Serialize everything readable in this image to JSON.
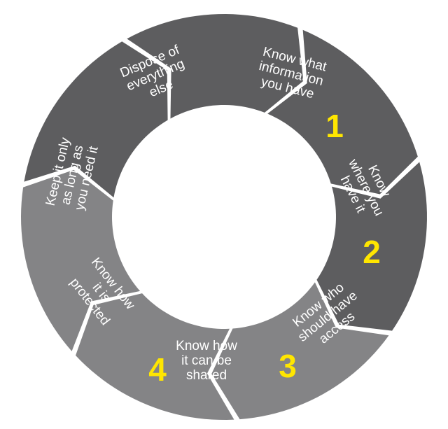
{
  "cycle": {
    "steps": [
      {
        "number": "1",
        "lines": [
          "Know what",
          "information",
          "you have"
        ],
        "color": "#5d5d5f"
      },
      {
        "number": "2",
        "lines": [
          "Know",
          "where you",
          "have it"
        ],
        "color": "#5d5d5f"
      },
      {
        "number": "3",
        "lines": [
          "Know who",
          "should have",
          "access"
        ],
        "color": "#5d5d5f"
      },
      {
        "number": "4",
        "lines": [
          "Know how",
          "it can be",
          "shared"
        ],
        "color": "#5d5d5f"
      },
      {
        "number": "",
        "lines": [
          "Know how",
          "it is",
          "protected"
        ],
        "color": "#848486"
      },
      {
        "number": "",
        "lines": [
          "Keep it only",
          "as long as",
          "you need it"
        ],
        "color": "#848486"
      },
      {
        "number": "",
        "lines": [
          "Dispose of",
          "everything",
          "else"
        ],
        "color": "#848486"
      }
    ],
    "number_color": "#ffe600"
  }
}
